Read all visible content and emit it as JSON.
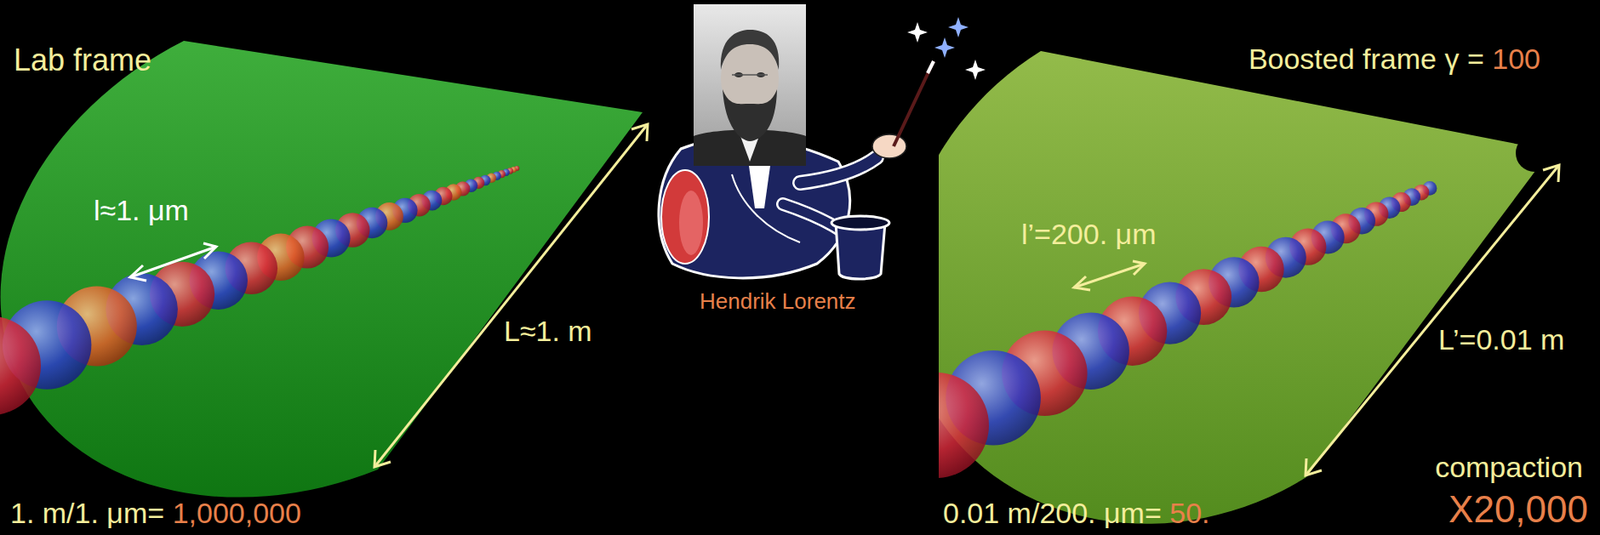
{
  "diagram": {
    "labels": [
      "Lab frame",
      "l≈1. μm",
      "L≈1. m",
      "1. m/1. μm=",
      "1,000,000",
      "Hendrik Lorentz",
      "Boosted frame γ =",
      "100",
      "l’=200. μm",
      "L’=0.01 m",
      "0.01 m/200. μm=",
      "50.",
      "compaction",
      "X20,000"
    ]
  }
}
